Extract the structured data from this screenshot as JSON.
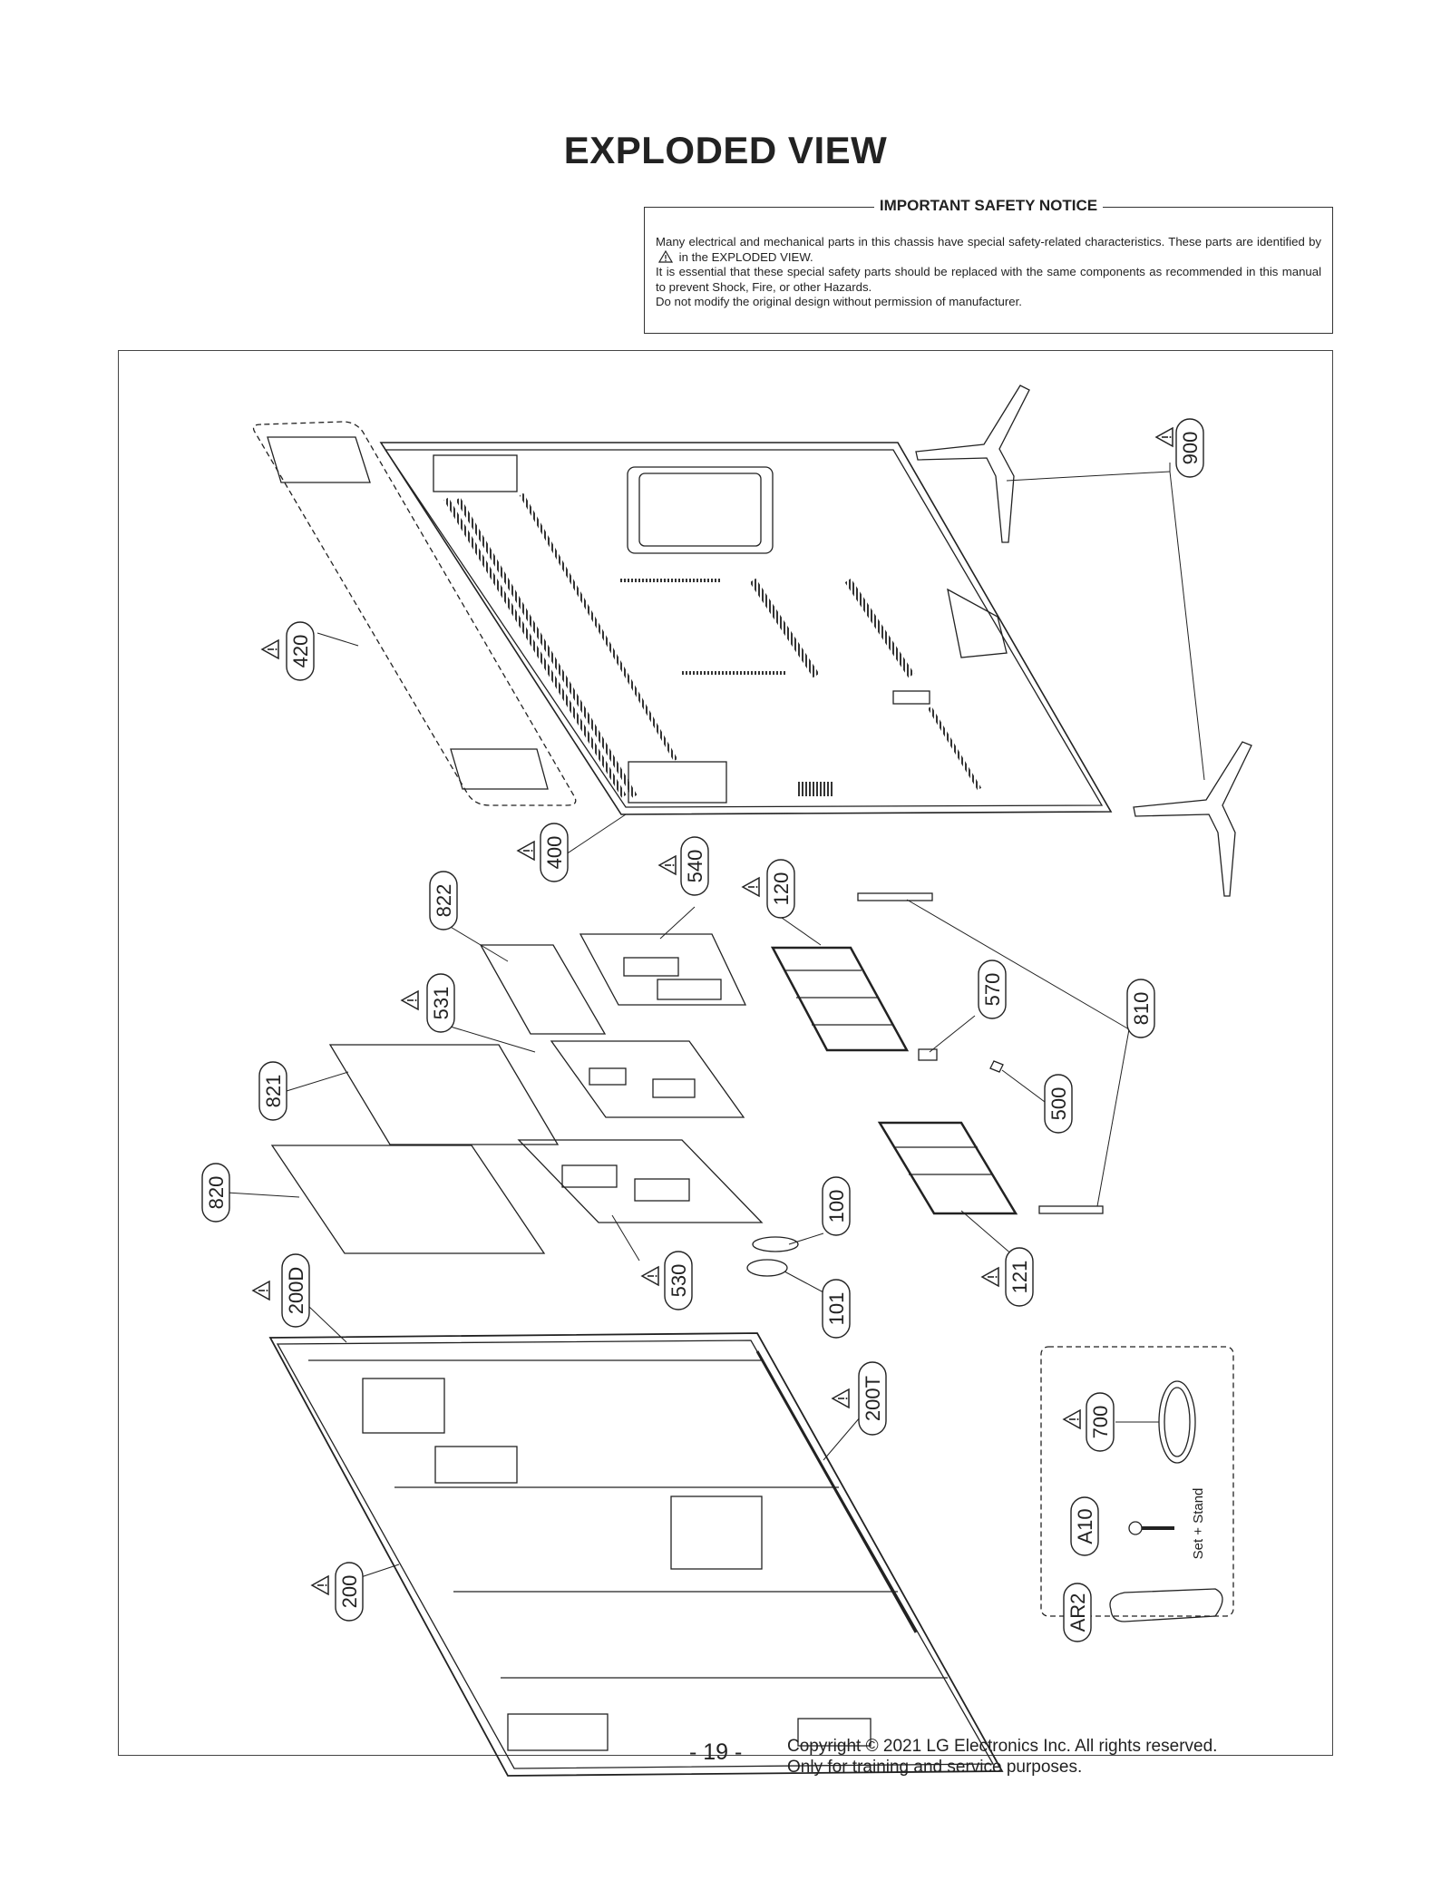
{
  "title": "EXPLODED VIEW",
  "notice": {
    "heading": "IMPORTANT SAFETY NOTICE",
    "line1a": "Many electrical and mechanical parts in this chassis have special safety-related characteristics. These parts are identified by",
    "line1b": "in the EXPLODED VIEW.",
    "line2": "It is essential that these special safety parts should be replaced with the same components as recommended in this manual to prevent Shock, Fire, or other Hazards.",
    "line3": "Do not modify the original design without permission of manufacturer."
  },
  "parts": {
    "p900": "900",
    "p420": "420",
    "p400": "400",
    "p540": "540",
    "p120": "120",
    "p822": "822",
    "p810": "810",
    "p570": "570",
    "p531": "531",
    "p821": "821",
    "p500": "500",
    "p820": "820",
    "p100": "100",
    "p530": "530",
    "p121": "121",
    "p200D": "200D",
    "p101": "101",
    "p200T": "200T",
    "p700": "700",
    "pA10": "A10",
    "pAR2": "AR2",
    "p200": "200"
  },
  "accessory_note": "Set + Stand",
  "footer": {
    "page": "- 19 -",
    "copyright": "Copyright © 2021 LG Electronics Inc. All rights reserved.",
    "training": "Only for training and service purposes."
  }
}
